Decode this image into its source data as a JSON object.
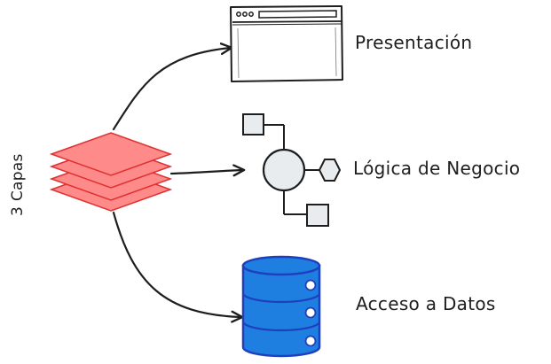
{
  "diagram": {
    "vertical_label": "3 Capas",
    "layers": [
      {
        "id": "presentacion",
        "label": "Presentación",
        "icon": "browser-window-icon"
      },
      {
        "id": "logica",
        "label": "Lógica de Negocio",
        "icon": "logic-node-icon"
      },
      {
        "id": "acceso",
        "label": "Acceso a Datos",
        "icon": "database-icon"
      }
    ],
    "colors": {
      "layers_fill": "#ff8a8a",
      "layers_stroke": "#e03131",
      "database_fill": "#1e7fe0",
      "database_stroke": "#1f3fbf",
      "logic_fill": "#e9ecef",
      "stroke": "#1e1e1e"
    }
  }
}
